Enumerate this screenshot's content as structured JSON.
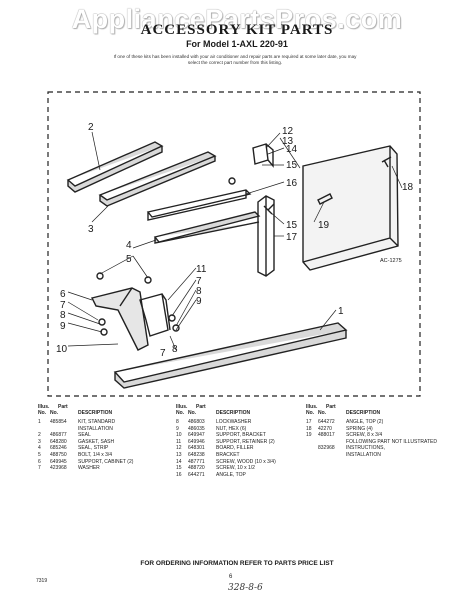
{
  "watermark": "AppliancePartsPros.com",
  "header": {
    "title": "ACCESSORY KIT PARTS",
    "subtitle": "For Model 1-AXL 220-91",
    "intro": "If one of these kits has been installed with your air conditioner and repair parts are required at some later date, you may select the correct part number from this listing."
  },
  "diagram": {
    "code": "AC-1275",
    "callouts": [
      "1",
      "2",
      "3",
      "4",
      "5",
      "6",
      "7",
      "8",
      "9",
      "10",
      "11",
      "12",
      "13",
      "14",
      "15",
      "16",
      "17",
      "18",
      "19"
    ]
  },
  "parts_table": {
    "header": {
      "illus": "Illus.",
      "part": "Part",
      "no": "No.",
      "description": "DESCRIPTION"
    },
    "columns": [
      [
        {
          "no": "1",
          "part": "485854",
          "desc": "KIT, STANDARD"
        },
        {
          "no": "",
          "part": "",
          "desc": "INSTALLATION"
        },
        {
          "no": "2",
          "part": "486877",
          "desc": "SEAL"
        },
        {
          "no": "3",
          "part": "648280",
          "desc": "GASKET, SASH"
        },
        {
          "no": "4",
          "part": "685246",
          "desc": "SEAL, STRIP"
        },
        {
          "no": "5",
          "part": "488750",
          "desc": "BOLT, 1/4 x 3/4"
        },
        {
          "no": "6",
          "part": "649945",
          "desc": "SUPPORT, CABINET (2)"
        },
        {
          "no": "7",
          "part": "423968",
          "desc": "WASHER"
        }
      ],
      [
        {
          "no": "8",
          "part": "486803",
          "desc": "LOCKWASHER"
        },
        {
          "no": "9",
          "part": "486035",
          "desc": "NUT, HEX (6)"
        },
        {
          "no": "10",
          "part": "649947",
          "desc": "SUPPORT, BRACKET"
        },
        {
          "no": "11",
          "part": "649946",
          "desc": "SUPPORT, RETAINER (2)"
        },
        {
          "no": "12",
          "part": "648301",
          "desc": "BOARD, FILLER"
        },
        {
          "no": "13",
          "part": "648238",
          "desc": "BRACKET"
        },
        {
          "no": "14",
          "part": "487771",
          "desc": "SCREW, WOOD (10 x 3/4)"
        },
        {
          "no": "15",
          "part": "488720",
          "desc": "SCREW, 10 x 1/2"
        },
        {
          "no": "16",
          "part": "644271",
          "desc": "ANGLE, TOP"
        }
      ],
      [
        {
          "no": "17",
          "part": "644272",
          "desc": "ANGLE, TOP (2)"
        },
        {
          "no": "18",
          "part": "42270",
          "desc": "SPRING (4)"
        },
        {
          "no": "19",
          "part": "488017",
          "desc": "SCREW, 8 x 3/4"
        },
        {
          "no": "",
          "part": "",
          "desc": ""
        },
        {
          "no": "",
          "part": "",
          "desc": "FOLLOWING PART NOT ILLUSTRATED"
        },
        {
          "no": "",
          "part": "",
          "desc": ""
        },
        {
          "no": "",
          "part": "832968",
          "desc": "INSTRUCTIONS,"
        },
        {
          "no": "",
          "part": "",
          "desc": "INSTALLATION"
        }
      ]
    ]
  },
  "footer": {
    "note": "FOR ORDERING INFORMATION REFER TO PARTS PRICE LIST",
    "code": "7319",
    "page": "6",
    "handwritten": "328-8-6"
  }
}
